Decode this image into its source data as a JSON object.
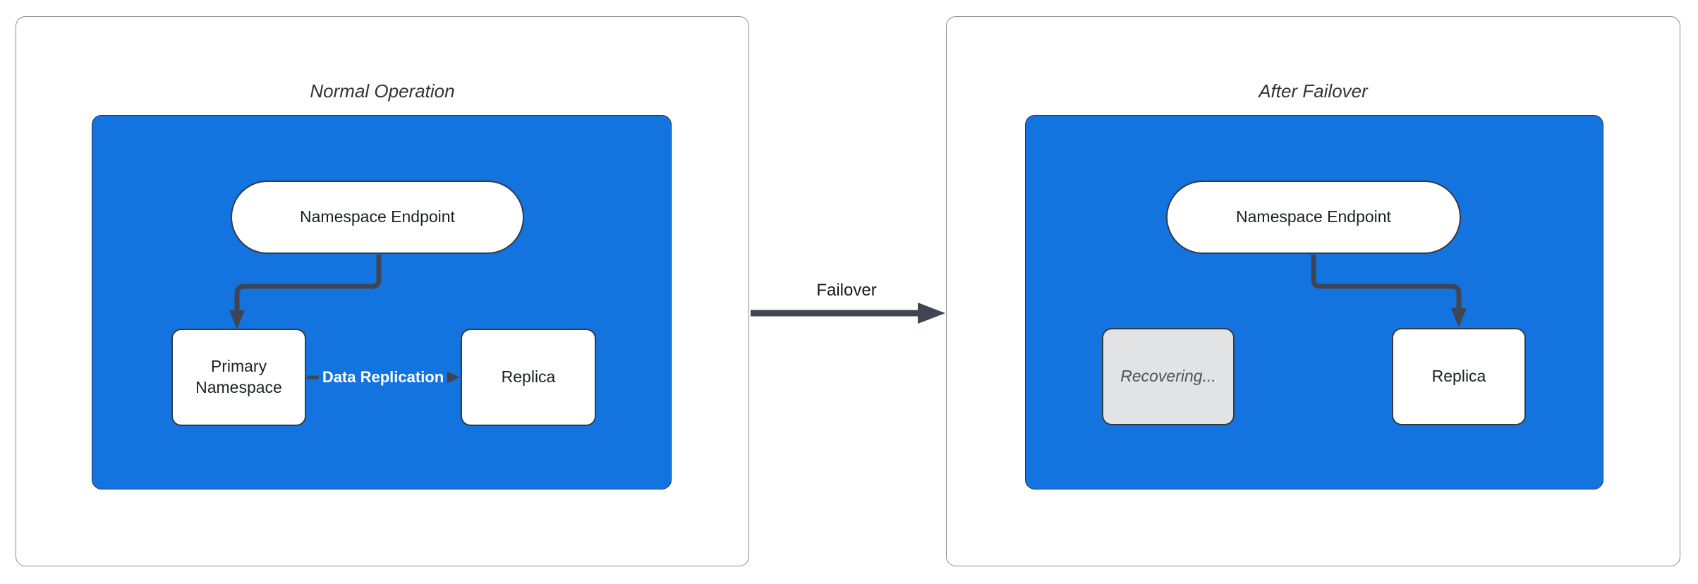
{
  "colors": {
    "container_blue": "#1374E0",
    "node_fill": "#ffffff",
    "node_border": "#333a42",
    "recovering_fill": "#e2e3e5",
    "recovering_text": "#4d545c",
    "arrow_dark": "#3f4651",
    "panel_border": "#8c8c8c",
    "edge_label_text": "#ffffff"
  },
  "diagram": {
    "panels": [
      {
        "title": "Normal Operation",
        "nodes": [
          {
            "label": "Namespace Endpoint"
          },
          {
            "label": "Primary Namespace"
          },
          {
            "label": "Replica"
          }
        ],
        "edge_label": "Data Replication"
      },
      {
        "title": "After Failover",
        "nodes": [
          {
            "label": "Namespace Endpoint"
          },
          {
            "label": "Recovering..."
          },
          {
            "label": "Replica"
          }
        ]
      }
    ],
    "failover_label": "Failover"
  }
}
